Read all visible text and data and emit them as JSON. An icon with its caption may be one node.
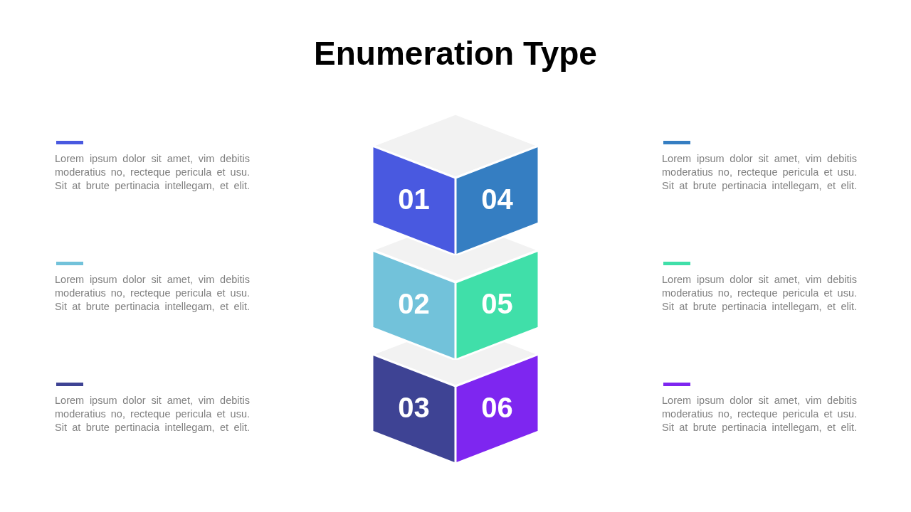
{
  "diagram": {
    "title": "Enumeration Type",
    "nodes": [
      {
        "text": [
          "01"
        ]
      },
      {
        "text": [
          "04"
        ]
      },
      {
        "text": [
          "02"
        ]
      },
      {
        "text": [
          "05"
        ]
      },
      {
        "text": [
          "03"
        ]
      },
      {
        "text": [
          "06"
        ]
      }
    ],
    "legend": [
      {
        "text": "Lorem ipsum dolor sit amet, vim debitis moderatius no, recteque pericula et usu. Sit at brute pertinacia intellegam, et elit.",
        "color": "#4959e0"
      },
      {
        "text": "Lorem ipsum dolor sit amet, vim debitis moderatius no, recteque pericula et usu. Sit at brute pertinacia intellegam, et elit.",
        "color": "#357ec2"
      },
      {
        "text": "Lorem ipsum dolor sit amet, vim debitis moderatius no, recteque pericula et usu. Sit at brute pertinacia intellegam, et elit.",
        "color": "#72c2da"
      },
      {
        "text": "Lorem ipsum dolor sit amet, vim debitis moderatius no, recteque pericula et usu. Sit at brute pertinacia intellegam, et elit.",
        "color": "#40dfa9"
      },
      {
        "text": "Lorem ipsum dolor sit amet, vim debitis moderatius no, recteque pericula et usu. Sit at brute pertinacia intellegam, et elit.",
        "color": "#3e4394"
      },
      {
        "text": "Lorem ipsum dolor sit amet, vim debitis moderatius no, recteque pericula et usu. Sit at brute pertinacia intellegam, et elit.",
        "color": "#7e26f0"
      }
    ]
  }
}
